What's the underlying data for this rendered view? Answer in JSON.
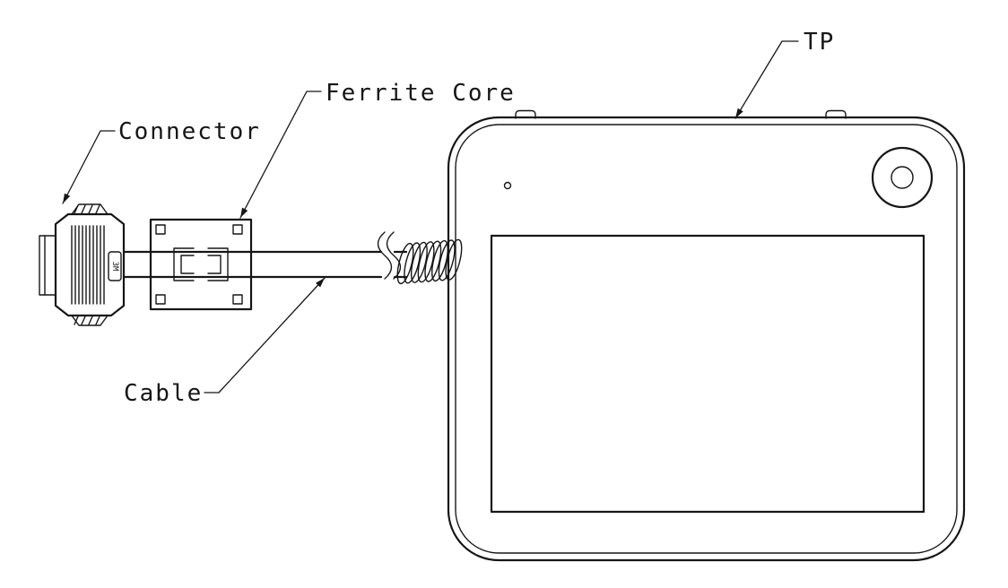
{
  "diagram": {
    "labels": {
      "connector": "Connector",
      "ferrite_core": "Ferrite Core",
      "cable": "Cable",
      "tp": "TP",
      "connector_brand": "3M"
    },
    "colors": {
      "line": "#161616",
      "background": "#ffffff"
    }
  }
}
